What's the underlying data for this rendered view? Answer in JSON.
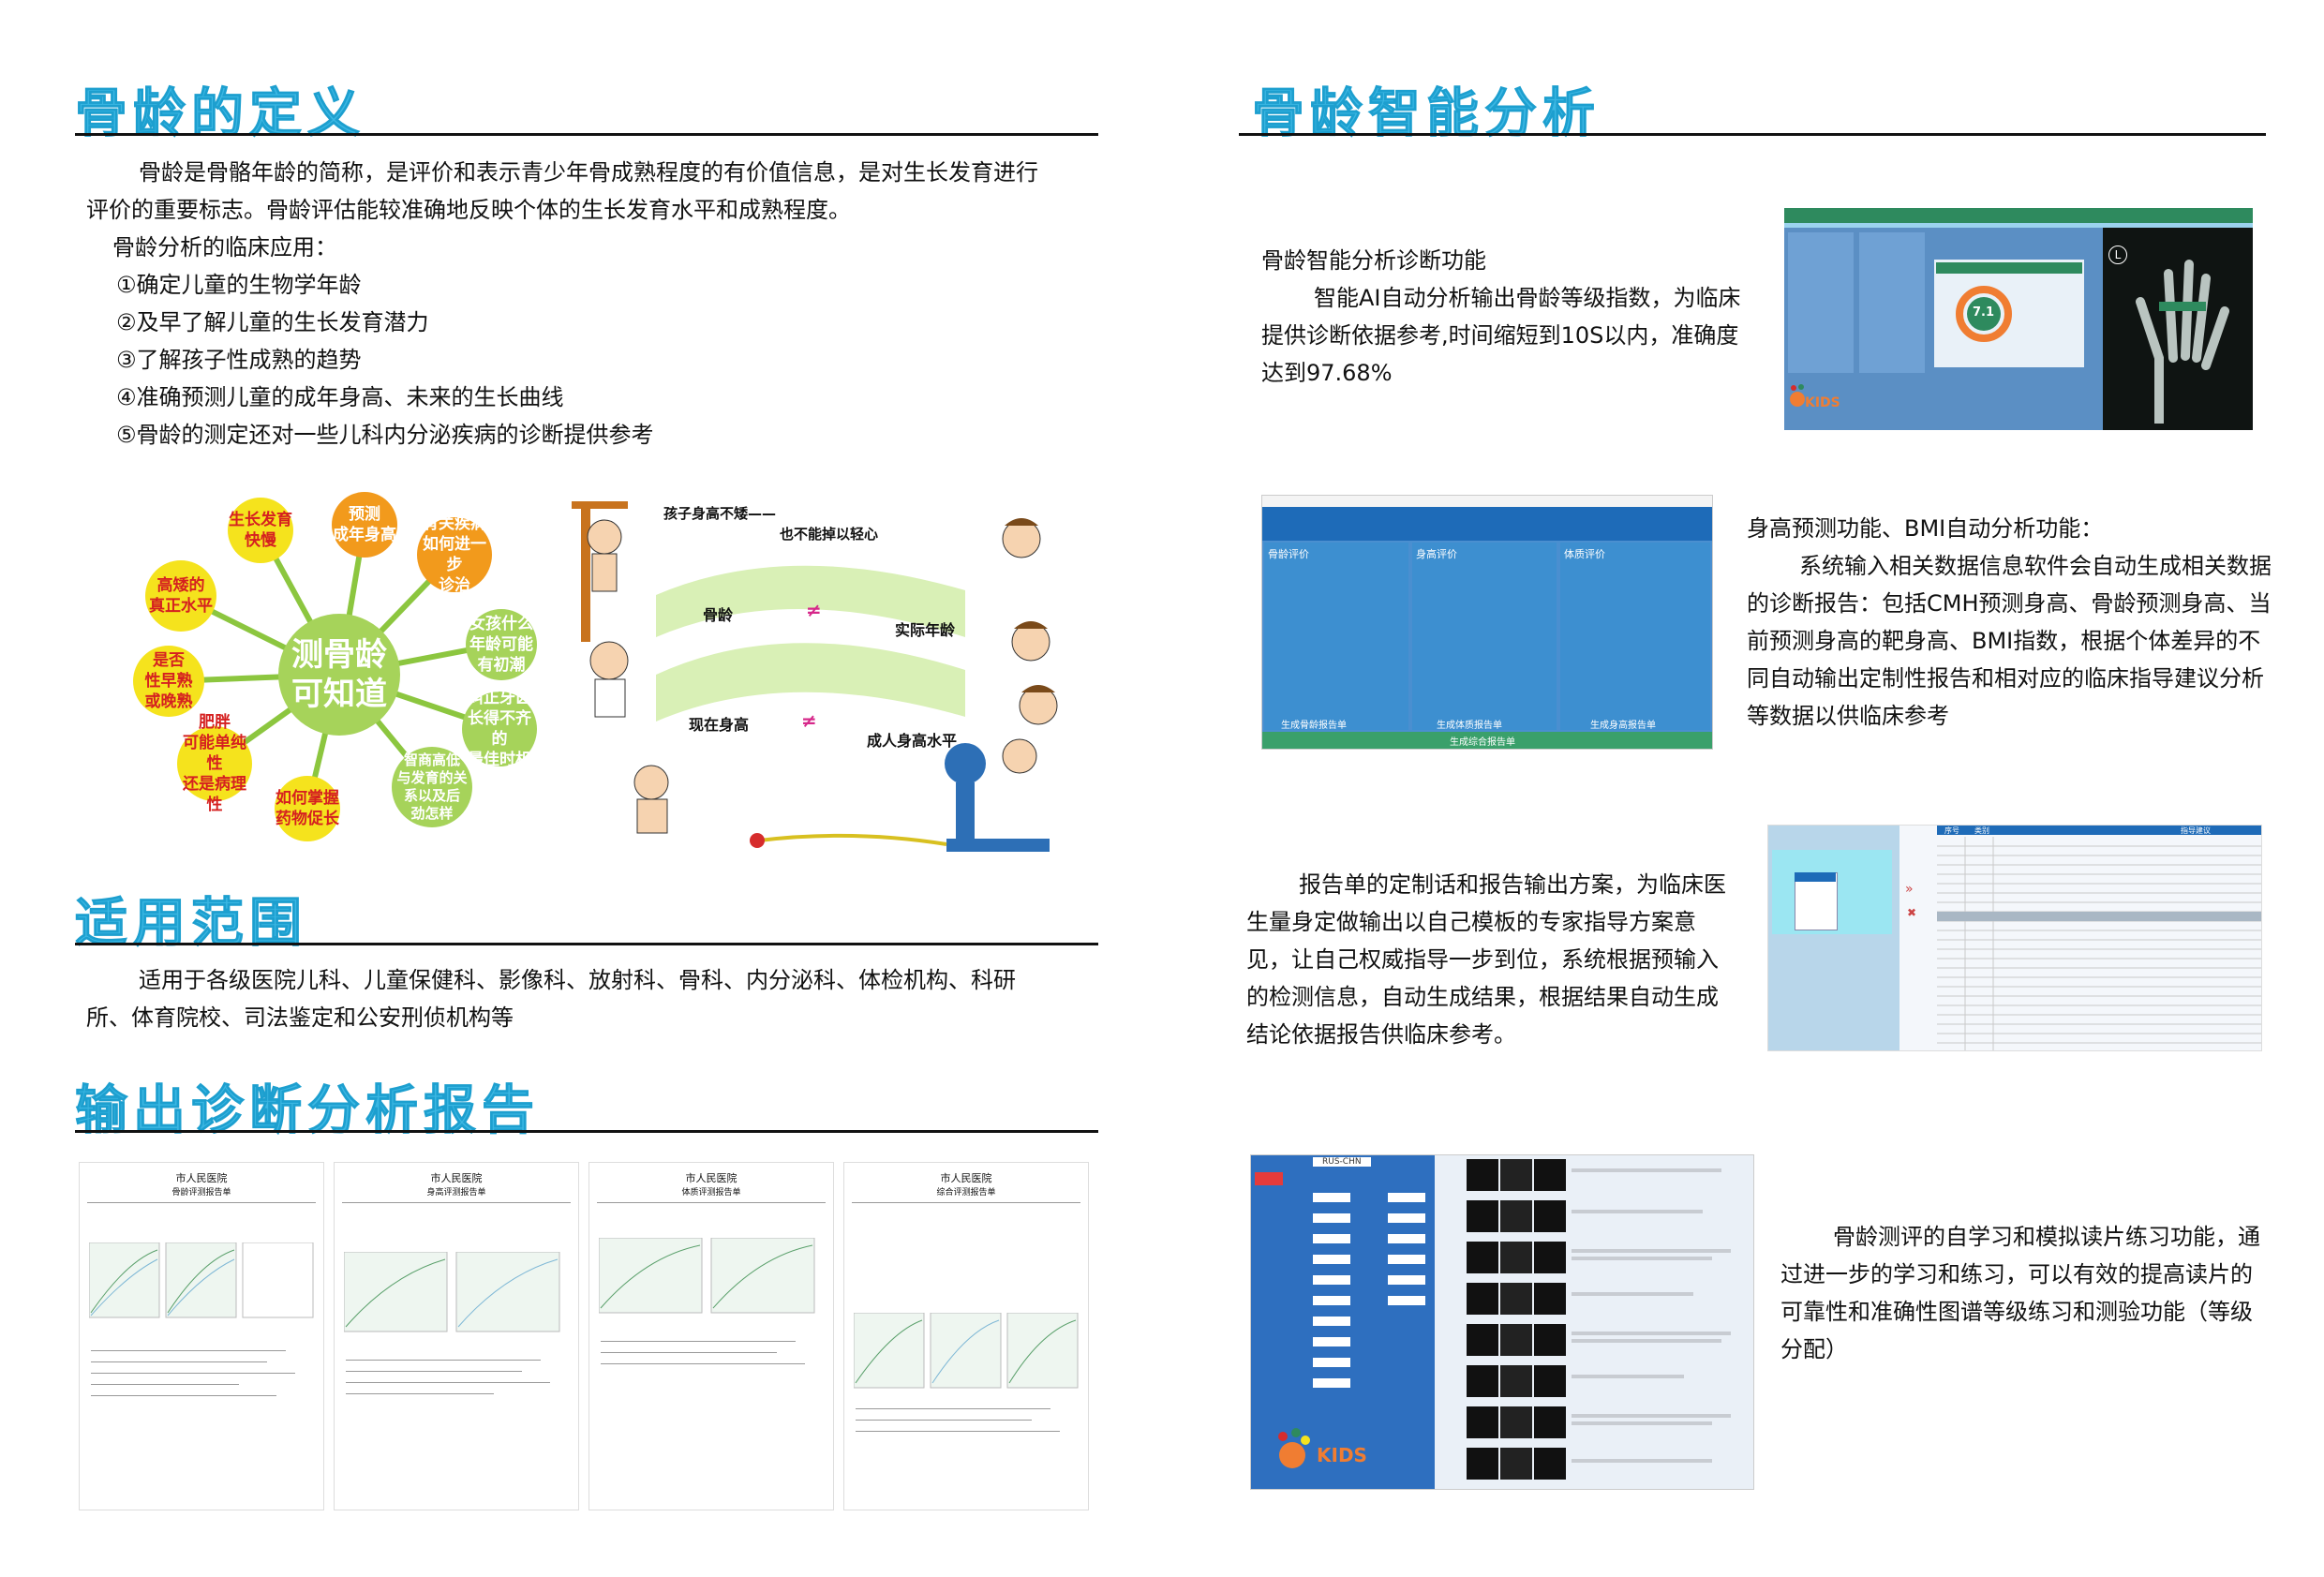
{
  "left": {
    "definition": {
      "title": "骨龄的定义",
      "p1": "骨龄是骨骼年龄的简称，是评价和表示青少年骨成熟程度的有价值信息，是对生长发育进行评价的重要标志。骨龄评估能较准确地反映个体的生长发育水平和成熟程度。",
      "clinical_title": "骨龄分析的临床应用：",
      "items": [
        "①确定儿童的生物学年龄",
        "②及早了解儿童的生长发育潜力",
        "③了解孩子性成熟的趋势",
        "④准确预测儿童的成年身高、未来的生长曲线",
        "⑤骨龄的测定还对一些儿科内分泌疾病的诊断提供参考"
      ]
    },
    "diagram": {
      "center": "测骨龄\n可知道",
      "bubbles": [
        "预测\n成年身高",
        "有关疾病\n如何进一步\n诊治",
        "女孩什么\n年龄可能\n有初潮",
        "纠正牙齿\n长得不齐的\n最佳时机",
        "智商高低\n与发育的关\n系以及后\n劲怎样",
        "如何掌握\n药物促长",
        "肥胖\n可能单纯性\n还是病理性",
        "是否\n性早熟\n或晚熟",
        "高矮的\n真正水平",
        "生长发育\n快慢"
      ]
    },
    "illustration": {
      "caption1": "孩子身高不矮——",
      "caption2": "也不能掉以轻心",
      "band1_left": "骨龄",
      "band1_right": "实际年龄",
      "band2_left": "现在身高",
      "band2_right": "成人身高水平",
      "neq": "≠"
    },
    "scope": {
      "title": "适用范围",
      "text": "适用于各级医院儿科、儿童保健科、影像科、放射科、骨科、内分泌科、体检机构、科研所、体育院校、司法鉴定和公安刑侦机构等"
    },
    "reports": {
      "title": "输出诊断分析报告",
      "hospital": "市人民医院",
      "names": [
        "骨龄评测报告单",
        "身高评测报告单",
        "体质评测报告单",
        "综合评测报告单"
      ]
    }
  },
  "right": {
    "title": "骨龄智能分析",
    "f1": {
      "title": "骨龄智能分析诊断功能",
      "text": "智能AI自动分析输出骨龄等级指数，为临床提供诊断依据参考,时间缩短到10S以内，准确度达到97.68%",
      "score": "7.1",
      "logo": "KIDS",
      "hand_label": "L"
    },
    "f2": {
      "title": "身高预测功能、BMI自动分析功能：",
      "text": "系统输入相关数据信息软件会自动生成相关数据的诊断报告：包括CMH预测身高、骨龄预测身高、当前预测身高的靶身高、BMI指数，根据个体差异的不同自动输出定制性报告和相对应的临床指导建议分析等数据以供临床参考",
      "btn1": "生成骨龄报告单",
      "btn2": "生成体质报告单",
      "btn3": "生成身高报告单",
      "btn_all": "生成综合报告单",
      "panel1": "骨龄评价",
      "panel2": "身高评价",
      "panel3": "体质评价"
    },
    "f3": {
      "text": "报告单的定制话和报告输出方案，为临床医生量身定做输出以自己模板的专家指导方案意见，让自己权威指导一步到位，系统根据预输入的检测信息，自动生成结果，根据结果自动生成结论依据报告供临床参考。",
      "header_no": "序号",
      "header_type": "类别",
      "header_text": "指导建议"
    },
    "f4": {
      "text": "骨龄测评的自学习和模拟读片练习功能，通过进一步的学习和练习，可以有效的提高读片的可靠性和准确性图谱等级练习和测验功能（等级分配）",
      "logo": "KIDS",
      "dropdown": "RUS-CHN"
    }
  },
  "colors": {
    "heading": "#3bb7e3",
    "green": "#8cc63f",
    "yellow": "#f5e31d",
    "orange": "#f29a1c",
    "app_blue": "#3d8fd0",
    "app_green": "#3aa06b"
  }
}
